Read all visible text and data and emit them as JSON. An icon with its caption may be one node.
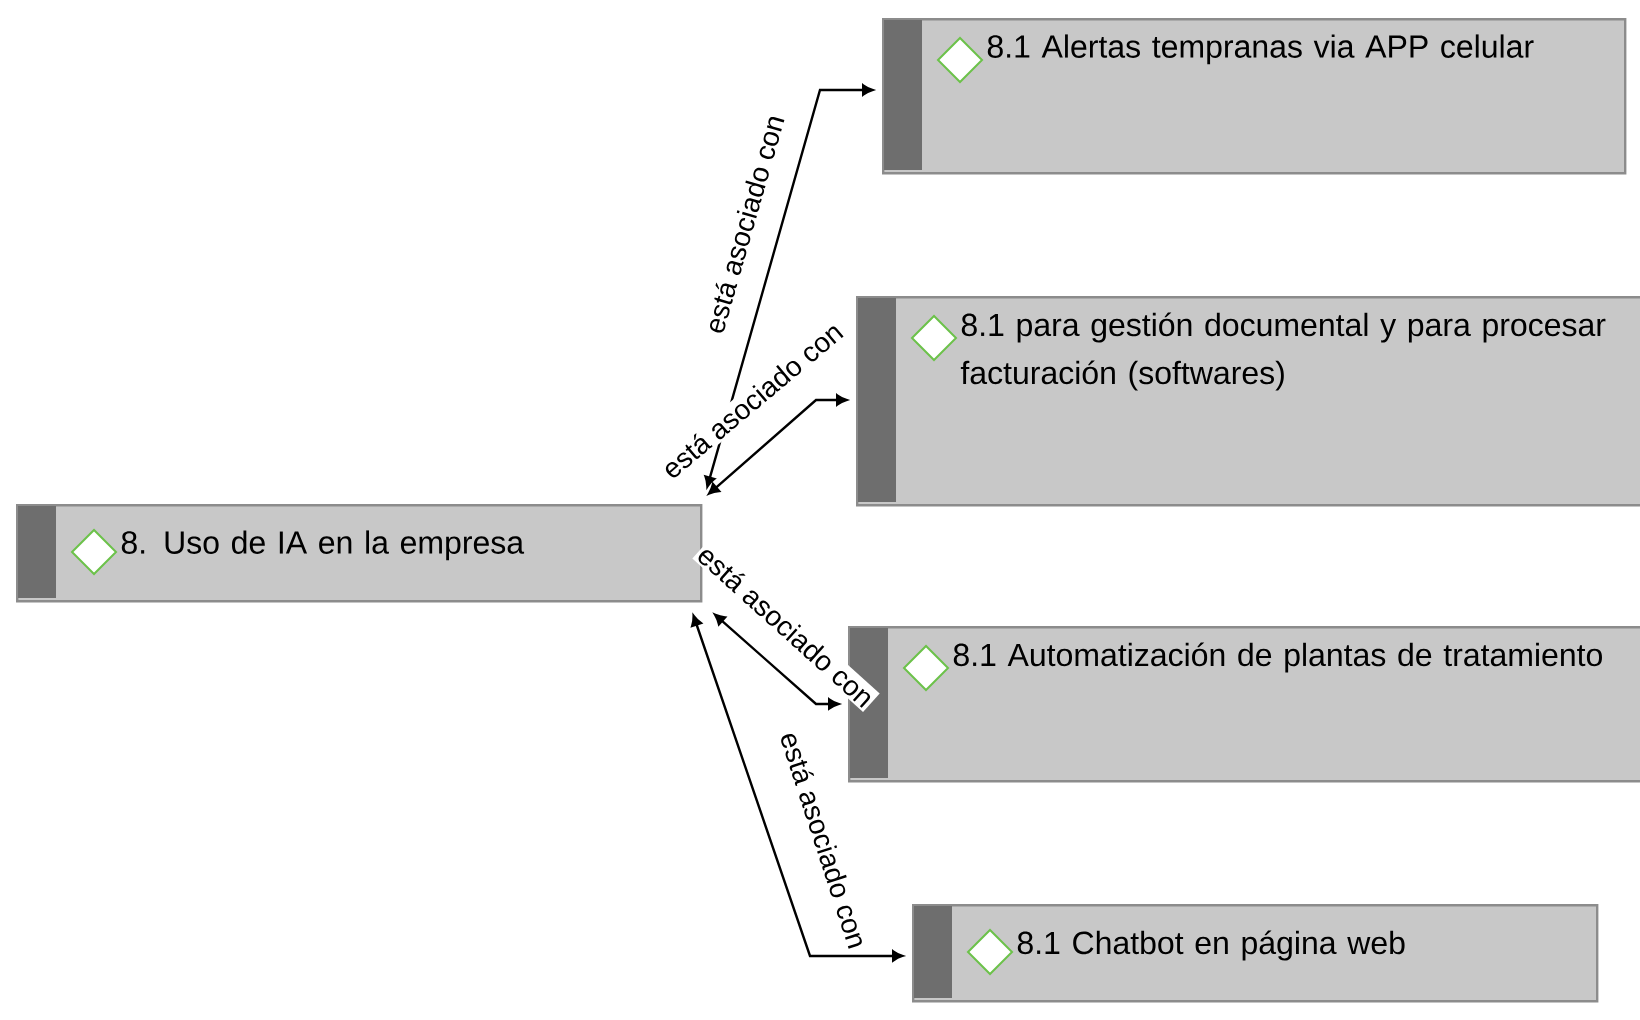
{
  "diagram": {
    "nodes": [
      {
        "text": [
          "8. Uso de IA en la empresa"
        ]
      },
      {
        "text": [
          "8.1 Alertas tempranas via APP celular"
        ]
      },
      {
        "text": [
          "8.1 para gestión documental y para procesar facturación (softwares)"
        ]
      },
      {
        "text": [
          "8.1 Automatización de plantas de tratamiento"
        ]
      },
      {
        "text": [
          "8.1 Chatbot en página web"
        ]
      }
    ],
    "edges": [
      {
        "from": 0,
        "to": 1,
        "arrow": "both",
        "label": "está asociado con"
      },
      {
        "from": 0,
        "to": 2,
        "arrow": "both",
        "label": "está asociado con"
      },
      {
        "from": 0,
        "to": 3,
        "arrow": "both",
        "label": "está asociado con"
      },
      {
        "from": 0,
        "to": 4,
        "arrow": "both",
        "label": "está asociado con"
      }
    ]
  }
}
